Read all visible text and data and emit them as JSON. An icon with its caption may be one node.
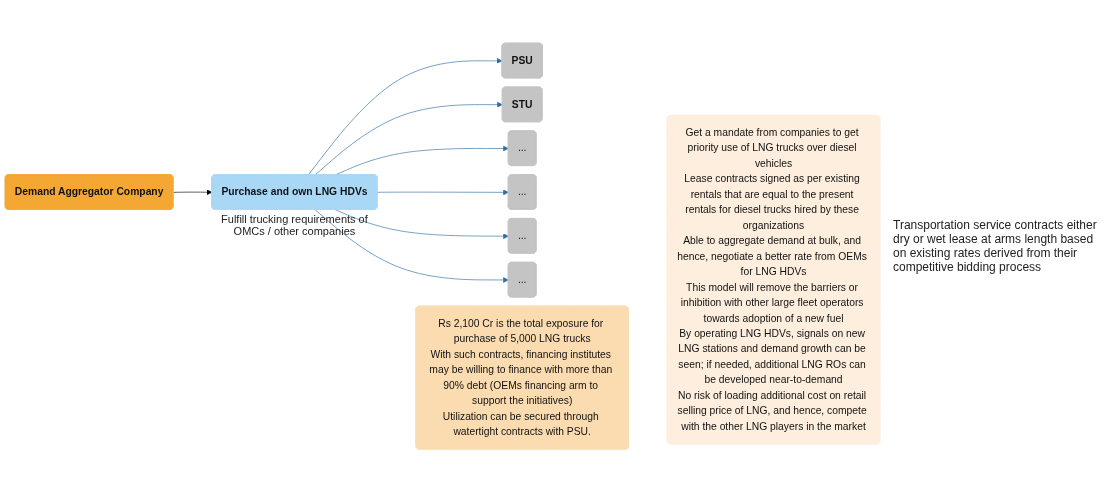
{
  "diagram": {
    "nodes": [
      {
        "text": [
          "Demand Aggregator Company"
        ]
      },
      {
        "text": [
          "Purchase and own LNG HDVs"
        ],
        "beside": [
          "Fulfill trucking requirements of OMCs / other companies"
        ]
      },
      {
        "text": [
          "PSU"
        ]
      },
      {
        "text": [
          "STU"
        ]
      },
      {
        "text": [
          "..."
        ]
      },
      {
        "text": [
          "..."
        ]
      },
      {
        "text": [
          "..."
        ]
      },
      {
        "text": [
          "..."
        ]
      },
      {
        "text": [
          "Rs 2,100 Cr is the total exposure for purchase of 5,000 LNG trucks",
          "With such contracts, financing institutes may be willing to finance with more than 90% debt (OEMs financing arm to support the initiatives)",
          "Utilization can be secured through watertight contracts with PSU."
        ]
      },
      {
        "text": [
          "Get a mandate from companies to get priority use of LNG trucks over diesel vehicles",
          "Lease contracts signed as per existing rentals that are equal to the present rentals for diesel trucks hired by these organizations",
          "Able to aggregate demand at bulk, and hence, negotiate a better rate from OEMs for LNG HDVs",
          "This model will remove the barriers or inhibition with other large fleet operators towards adoption of a new fuel",
          "By operating LNG HDVs, signals on new LNG stations and demand growth can be seen; if needed, additional LNG ROs can be developed near-to-demand",
          "No risk of loading additional cost on retail selling price of LNG, and hence, compete with the other LNG players in the market"
        ]
      }
    ],
    "edges": [
      {
        "from": 0,
        "to": 1,
        "arrow": "to",
        "color": "#000000"
      },
      {
        "from": 1,
        "to": 2,
        "arrow": "to"
      },
      {
        "from": 1,
        "to": 3,
        "arrow": "to"
      },
      {
        "from": 1,
        "to": 4,
        "arrow": "to"
      },
      {
        "from": 1,
        "to": 5,
        "arrow": "to"
      },
      {
        "from": 1,
        "to": 6,
        "arrow": "to"
      },
      {
        "from": 1,
        "to": 7,
        "arrow": "to"
      }
    ],
    "labels": [
      "Transportation service contracts either dry or wet lease at arms length based on existing rates derived from their competitive bidding process"
    ]
  }
}
